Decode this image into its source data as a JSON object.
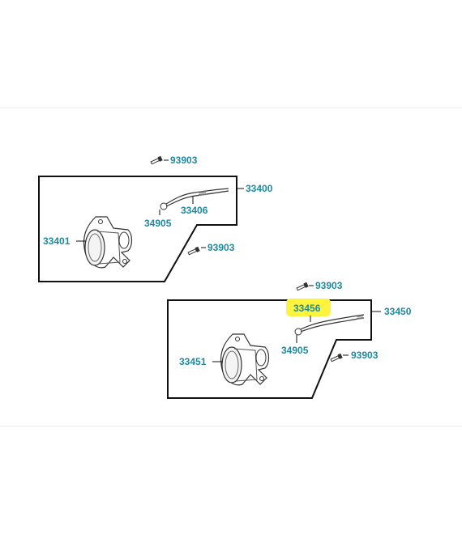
{
  "colors": {
    "label": "#1f8a9e",
    "outline": "#111111",
    "highlight": "#fff43d",
    "frame": "#e9e9e9"
  },
  "parts": {
    "bolt_top_left": "93903",
    "assembly_left": "33400",
    "wire_left": "33406",
    "terminal_left": "34905",
    "lamp_left": "33401",
    "bolt_mid_left": "93903",
    "bolt_top_right": "93903",
    "wire_right": "33456",
    "assembly_right": "33450",
    "terminal_right": "34905",
    "bolt_mid_right": "93903",
    "lamp_right": "33451"
  },
  "highlighted_part": "33456"
}
